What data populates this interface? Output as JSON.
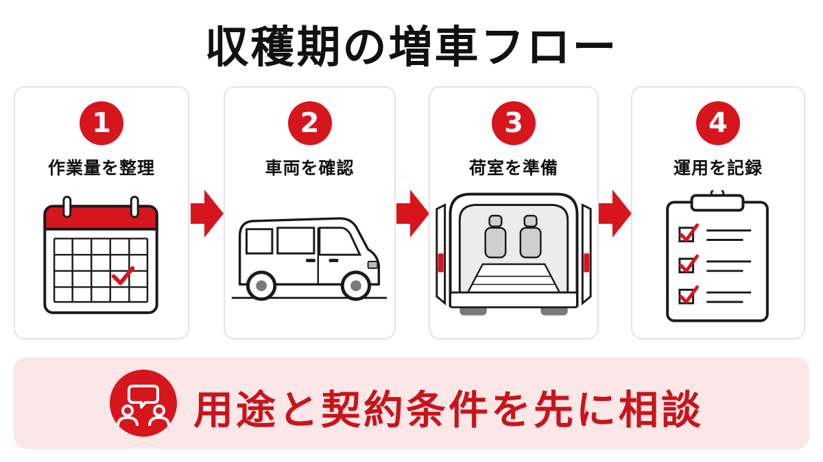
{
  "title": "収穫期の増車フロー",
  "steps": [
    {
      "number": "1",
      "label": "作業量を整理",
      "icon": "calendar-check-icon"
    },
    {
      "number": "2",
      "label": "車両を確認",
      "icon": "van-icon"
    },
    {
      "number": "3",
      "label": "荷室を準備",
      "icon": "van-cargo-open-icon"
    },
    {
      "number": "4",
      "label": "運用を記録",
      "icon": "clipboard-checklist-icon"
    }
  ],
  "banner": {
    "text": "用途と契約条件を先に相談",
    "icon": "consultation-people-icon"
  },
  "colors": {
    "accent": "#d7151d",
    "banner_bg": "#fbe7e8",
    "banner_text": "#c8141b"
  }
}
